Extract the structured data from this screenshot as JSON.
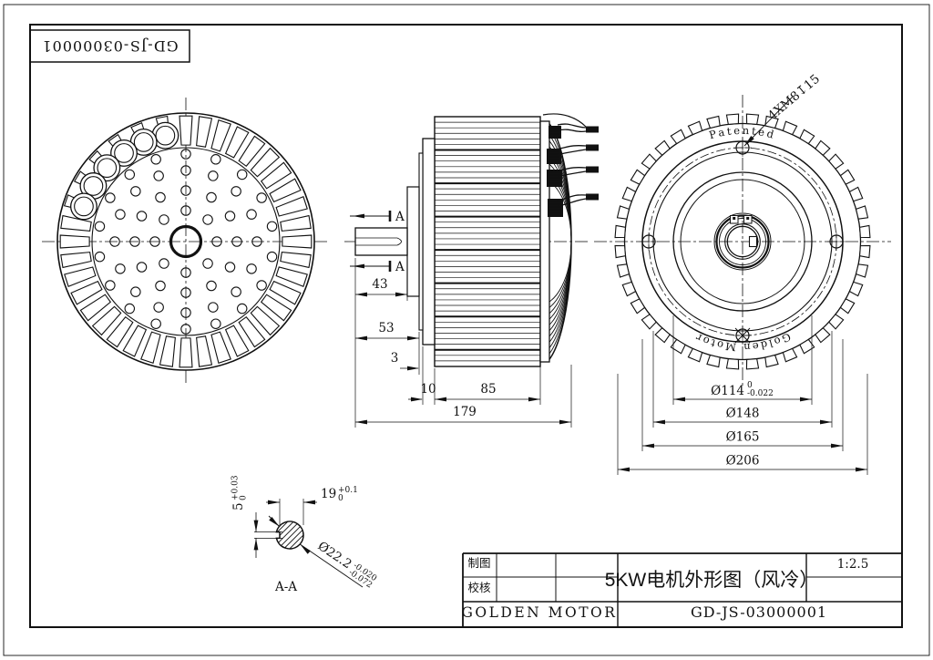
{
  "sheet": {
    "frame_label": "GD-JS-03000001",
    "title_block": {
      "drafted_label": "制图",
      "checked_label": "校核",
      "company": "GOLDEN MOTOR",
      "title": "5KW电机外形图（风冷）",
      "scale": "1:2.5",
      "drawing_number": "GD-JS-03000001"
    }
  },
  "rear_view": {
    "patented_text": "Patented",
    "brand_text": "Golden Motor",
    "thread_callout": "4XM8↧15",
    "dia_114": "Ø114",
    "dia_114_tol_upper": "0",
    "dia_114_tol_lower": "-0.022",
    "dia_148": "Ø148",
    "dia_165": "Ø165",
    "dia_206": "Ø206"
  },
  "side_view": {
    "dim_43": "43",
    "dim_53": "53",
    "dim_3": "3",
    "dim_10": "10",
    "dim_85": "85",
    "dim_179": "179",
    "section_letter": "A"
  },
  "section_view": {
    "label": "A-A",
    "dim_width": "19",
    "dim_width_tol_upper": "+0.1",
    "dim_width_tol_lower": "0",
    "dim_flat": "5",
    "dim_flat_tol_upper": "+0.03",
    "dim_flat_tol_lower": "0",
    "dia": "Ø22.2",
    "dia_tol_upper": "-0.020",
    "dia_tol_lower": "-0.072"
  }
}
